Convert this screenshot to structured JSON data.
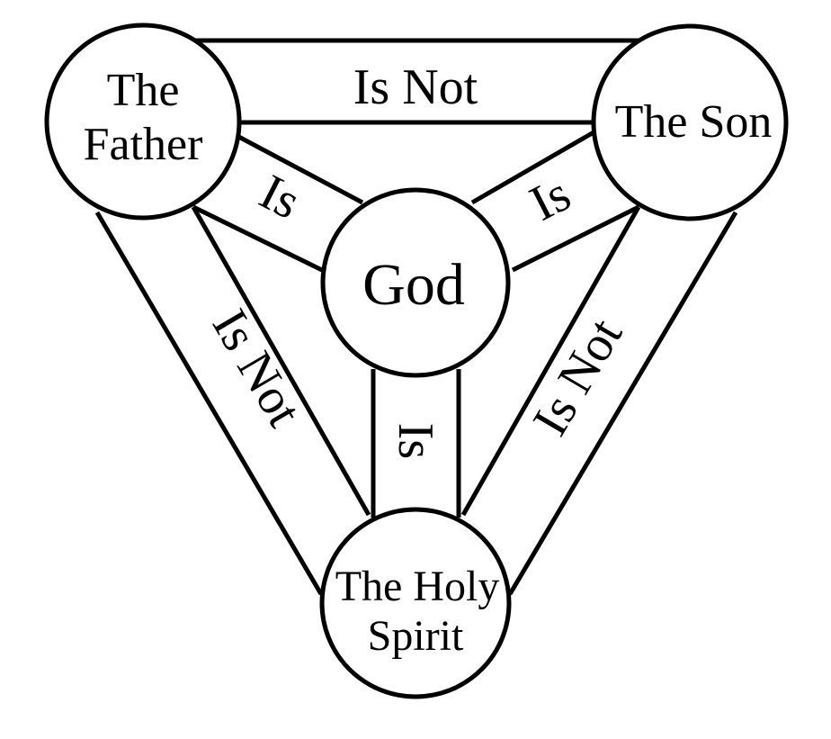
{
  "diagram": {
    "nodes": {
      "father": {
        "line1": "The",
        "line2": "Father"
      },
      "son": {
        "line1": "The Son"
      },
      "spirit": {
        "line1": "The Holy",
        "line2": "Spirit"
      },
      "god": {
        "line1": "God"
      }
    },
    "links": {
      "father_son": "Is Not",
      "father_spirit": "Is Not",
      "son_spirit": "Is Not",
      "father_god": "Is",
      "son_god": "Is",
      "spirit_god": "Is"
    }
  }
}
